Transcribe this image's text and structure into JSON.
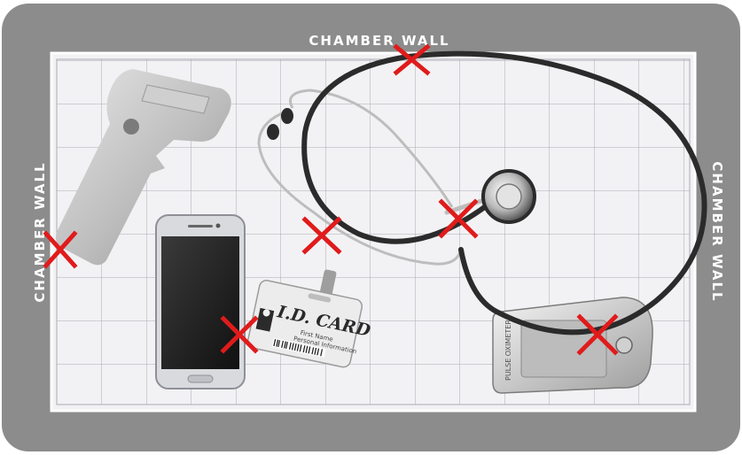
{
  "walls": {
    "top": "CHAMBER WALL",
    "left": "CHAMBER WALL",
    "right": "CHAMBER WALL"
  },
  "id_card": {
    "title": "I.D. CARD",
    "name_line": "First Name",
    "position_line": "Personal Information"
  },
  "pulse_oximeter": {
    "label": "PULSE OXIMETER"
  },
  "colors": {
    "chamber_frame": "#8c8c8c",
    "chamber_floor": "#f2f2f4",
    "grid_line": "#a9a9b3",
    "marker": "#e01b1b"
  },
  "icons": {
    "marker": "x-mark-icon"
  }
}
